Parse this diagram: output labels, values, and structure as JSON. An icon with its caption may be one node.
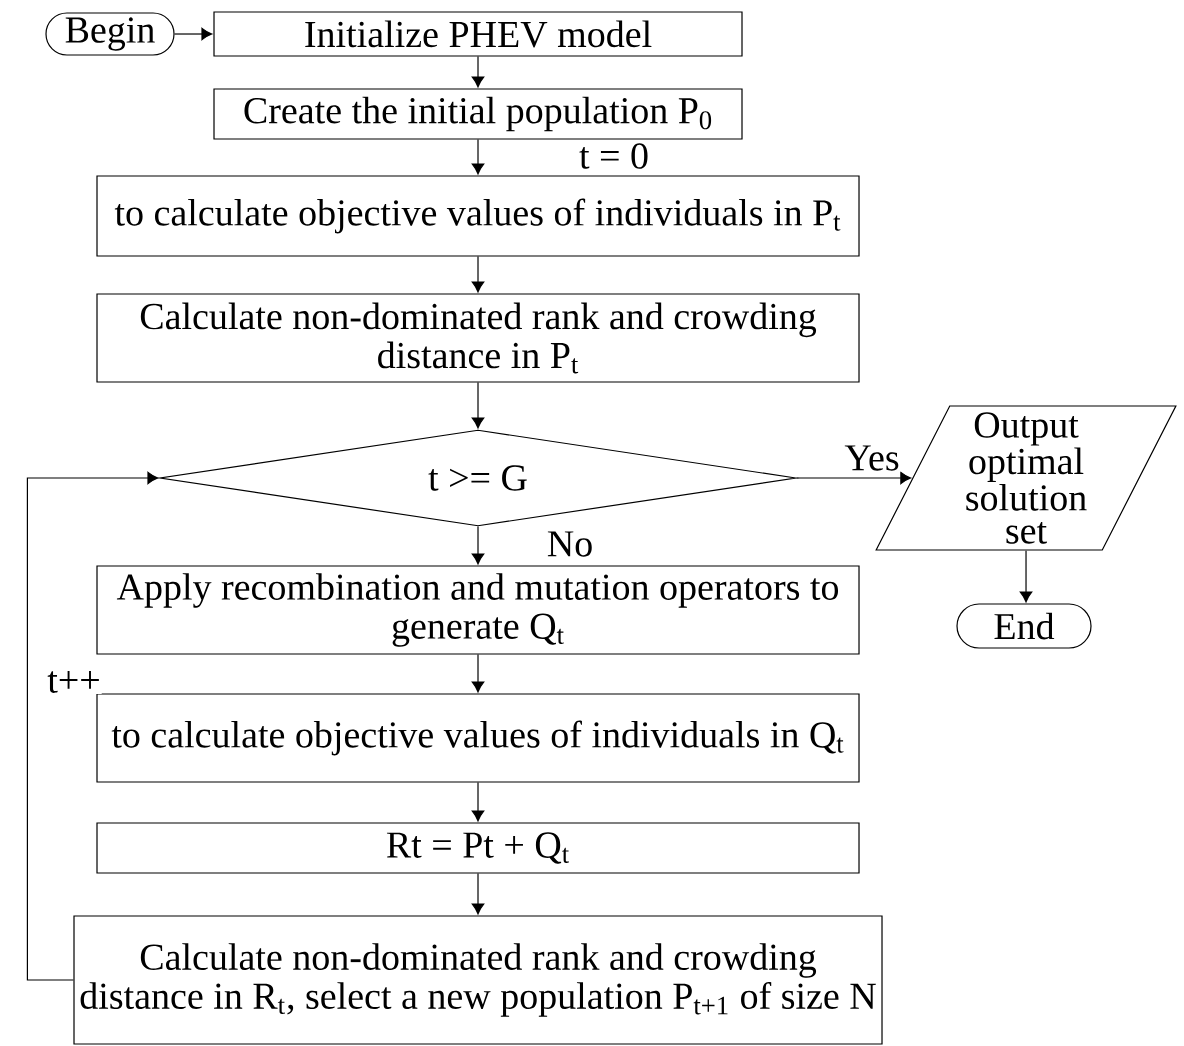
{
  "diagram": {
    "nodes": [
      {
        "text": [
          "Begin"
        ]
      },
      {
        "text": [
          "Initialize PHEV model"
        ]
      },
      {
        "text": [
          "Create the initial population P$_{0}$"
        ]
      },
      {
        "text": [
          "to calculate objective values of individuals in P$_{t}$"
        ]
      },
      {
        "text": [
          "Calculate non-dominated rank and crowding distance in P$_{t}$"
        ]
      },
      {
        "text": [
          "t >= G"
        ]
      },
      {
        "text": [
          "Output optimal solution set"
        ]
      },
      {
        "text": [
          "End"
        ]
      },
      {
        "text": [
          "Apply recombination and mutation operators to generate Q$_{t}$"
        ]
      },
      {
        "text": [
          "to calculate objective values of individuals in Q$_{t}$"
        ]
      },
      {
        "text": [
          "Rt = Pt + Q$_{t}$"
        ]
      },
      {
        "text": [
          "Calculate non-dominated rank and crowding distance in R$_{t}$, select a new population P$_{t+1}$ of size N"
        ]
      }
    ],
    "edges": [
      {
        "from": 0,
        "to": 1,
        "arrow": "to"
      },
      {
        "from": 1,
        "to": 2,
        "arrow": "to"
      },
      {
        "from": 2,
        "to": 3,
        "arrow": "to",
        "label": "t = 0"
      },
      {
        "from": 3,
        "to": 4,
        "arrow": "to"
      },
      {
        "from": 4,
        "to": 5,
        "arrow": "to"
      },
      {
        "from": 5,
        "to": 6,
        "arrow": "to",
        "label": "Yes"
      },
      {
        "from": 6,
        "to": 7,
        "arrow": "to"
      },
      {
        "from": 5,
        "to": 8,
        "arrow": "to",
        "label": "No"
      },
      {
        "from": 8,
        "to": 9,
        "arrow": "to"
      },
      {
        "from": 9,
        "to": 10,
        "arrow": "to"
      },
      {
        "from": 10,
        "to": 11,
        "arrow": "to"
      },
      {
        "from": 11,
        "to": 5,
        "arrow": "to",
        "label": "t++"
      }
    ]
  }
}
